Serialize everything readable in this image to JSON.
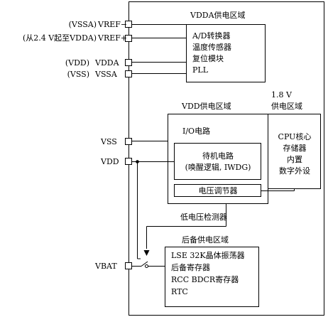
{
  "pins": {
    "vref_minus": {
      "note": "(VSSA)",
      "name": "VREF−"
    },
    "vref_plus": {
      "note": "(从2.4 V起至VDDA)",
      "name": "VREF+"
    },
    "vdda": {
      "note": "(VDD)",
      "name": "VDDA"
    },
    "vssa": {
      "note": "(VSS)",
      "name": "VSSA"
    },
    "vss": {
      "name": "VSS"
    },
    "vdd": {
      "name": "VDD"
    },
    "vbat": {
      "name": "VBAT"
    }
  },
  "vdda_domain": {
    "title": "VDDA供电区域",
    "items": [
      "A/D转换器",
      "温度传感器",
      "复位模块",
      "PLL"
    ]
  },
  "core_domain": {
    "title_line1": "1.8 V",
    "title_line2": "供电区域",
    "items": [
      "CPU核心",
      "存储器",
      "内置",
      "数字外设"
    ]
  },
  "vdd_domain": {
    "title": "VDD供电区域",
    "io_label": "I/O电路",
    "standby_line1": "待机电路",
    "standby_line2": "(唤醒逻辑, IWDG)",
    "regulator": "电压调节器"
  },
  "low_voltage_detector": "低电压检测器",
  "backup_domain": {
    "title": "后备供电区域",
    "items": [
      "LSE 32K晶体振荡器",
      "后备寄存器",
      "RCC BDCR寄存器",
      "RTC"
    ]
  }
}
